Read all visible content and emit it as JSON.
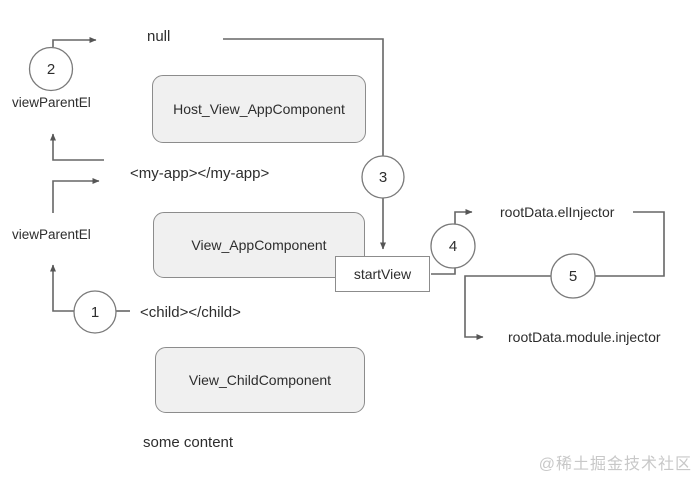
{
  "diagram": {
    "boxes": [
      {
        "id": "host-view",
        "label": "Host_View_AppComponent"
      },
      {
        "id": "view-app",
        "label": "View_AppComponent"
      },
      {
        "id": "view-child",
        "label": "View_ChildComponent"
      },
      {
        "id": "start-view",
        "label": "startView"
      }
    ],
    "circles": [
      {
        "label": "1"
      },
      {
        "label": "2"
      },
      {
        "label": "3"
      },
      {
        "label": "4"
      },
      {
        "label": "5"
      }
    ],
    "labels": {
      "null_ref": "null",
      "view_parent_el_top": "viewParentEl",
      "view_parent_el_mid": "viewParentEl",
      "my_app_tag": "<my-app></my-app>",
      "child_tag": "<child></child>",
      "some_content": "some content",
      "root_data_el_injector": "rootData.elInjector",
      "root_data_module_injector": "rootData.module.injector"
    },
    "watermark": "@稀土掘金技术社区",
    "colors": {
      "background": "#ffffff",
      "box_fill": "#f0f0f0",
      "box_border": "#8c8c8c",
      "line": "#666666",
      "arrowhead": "#555555",
      "text": "#2d2d2d",
      "watermark": "#c8c8c8"
    }
  }
}
